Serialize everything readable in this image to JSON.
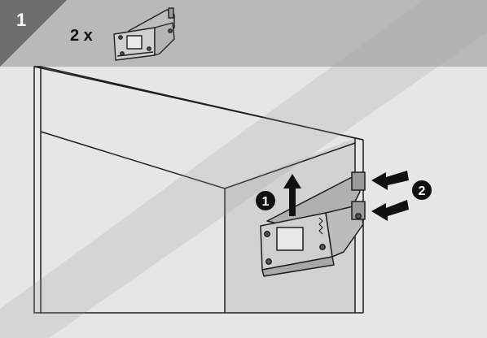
{
  "step": {
    "number": "1"
  },
  "quantity": {
    "label": "2 x"
  },
  "callouts": [
    {
      "number": "1"
    },
    {
      "number": "2"
    }
  ],
  "icons": [
    "hinge-bracket-icon",
    "arrow-up-icon",
    "push-arrow-icon"
  ],
  "colors": {
    "header_background": "#b9b9b9",
    "badge_background": "#6e6e6e",
    "panel_background": "#e6e6e6",
    "cabinet_side": "#d3d3d3",
    "bracket": "#c8c8c8",
    "watermark": "#bdbdbd",
    "callout_fill": "#111111"
  }
}
